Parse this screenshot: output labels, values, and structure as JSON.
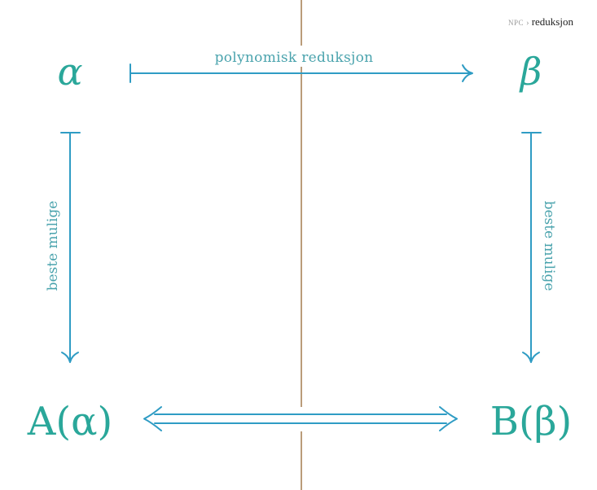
{
  "breadcrumb": {
    "code": "NPC",
    "separator": "›",
    "current": "reduksjon"
  },
  "nodes": {
    "alpha": "α",
    "beta": "β",
    "A_alpha": "A(α)",
    "B_beta": "B(β)"
  },
  "edges": {
    "top_label": "polynomisk reduksjon",
    "left_label": "beste mulige",
    "right_label": "beste mulige"
  },
  "colors": {
    "node_teal": "#2aa79a",
    "arrow_blue": "#2f9cc4",
    "label_teal": "#4aa3ad",
    "divider_brown": "#a98459",
    "background": "#ffffff"
  }
}
